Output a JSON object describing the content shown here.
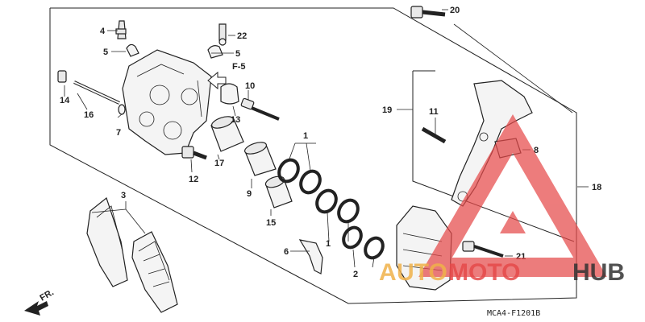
{
  "diagram": {
    "code": "MCA4-F1201B",
    "section_ref": "F-5",
    "direction_label": "FR.",
    "labels": {
      "p1a": "1",
      "p1b": "1",
      "p2": "2",
      "p3": "3",
      "p4": "4",
      "p5a": "5",
      "p5b": "5",
      "p6": "6",
      "p7": "7",
      "p8": "8",
      "p9": "9",
      "p10": "10",
      "p11": "11",
      "p12": "12",
      "p13": "13",
      "p14": "14",
      "p15": "15",
      "p16": "16",
      "p17": "17",
      "p18": "18",
      "p19": "19",
      "p20": "20",
      "p21": "21",
      "p22": "22"
    }
  },
  "watermark": {
    "text_a": "A",
    "text_uto": "UTO",
    "text_moto": "MOTO",
    "text_hub": "HUB",
    "colors": {
      "red": "#e64a4a",
      "gold": "#f0b24a",
      "dark": "#333333"
    }
  }
}
